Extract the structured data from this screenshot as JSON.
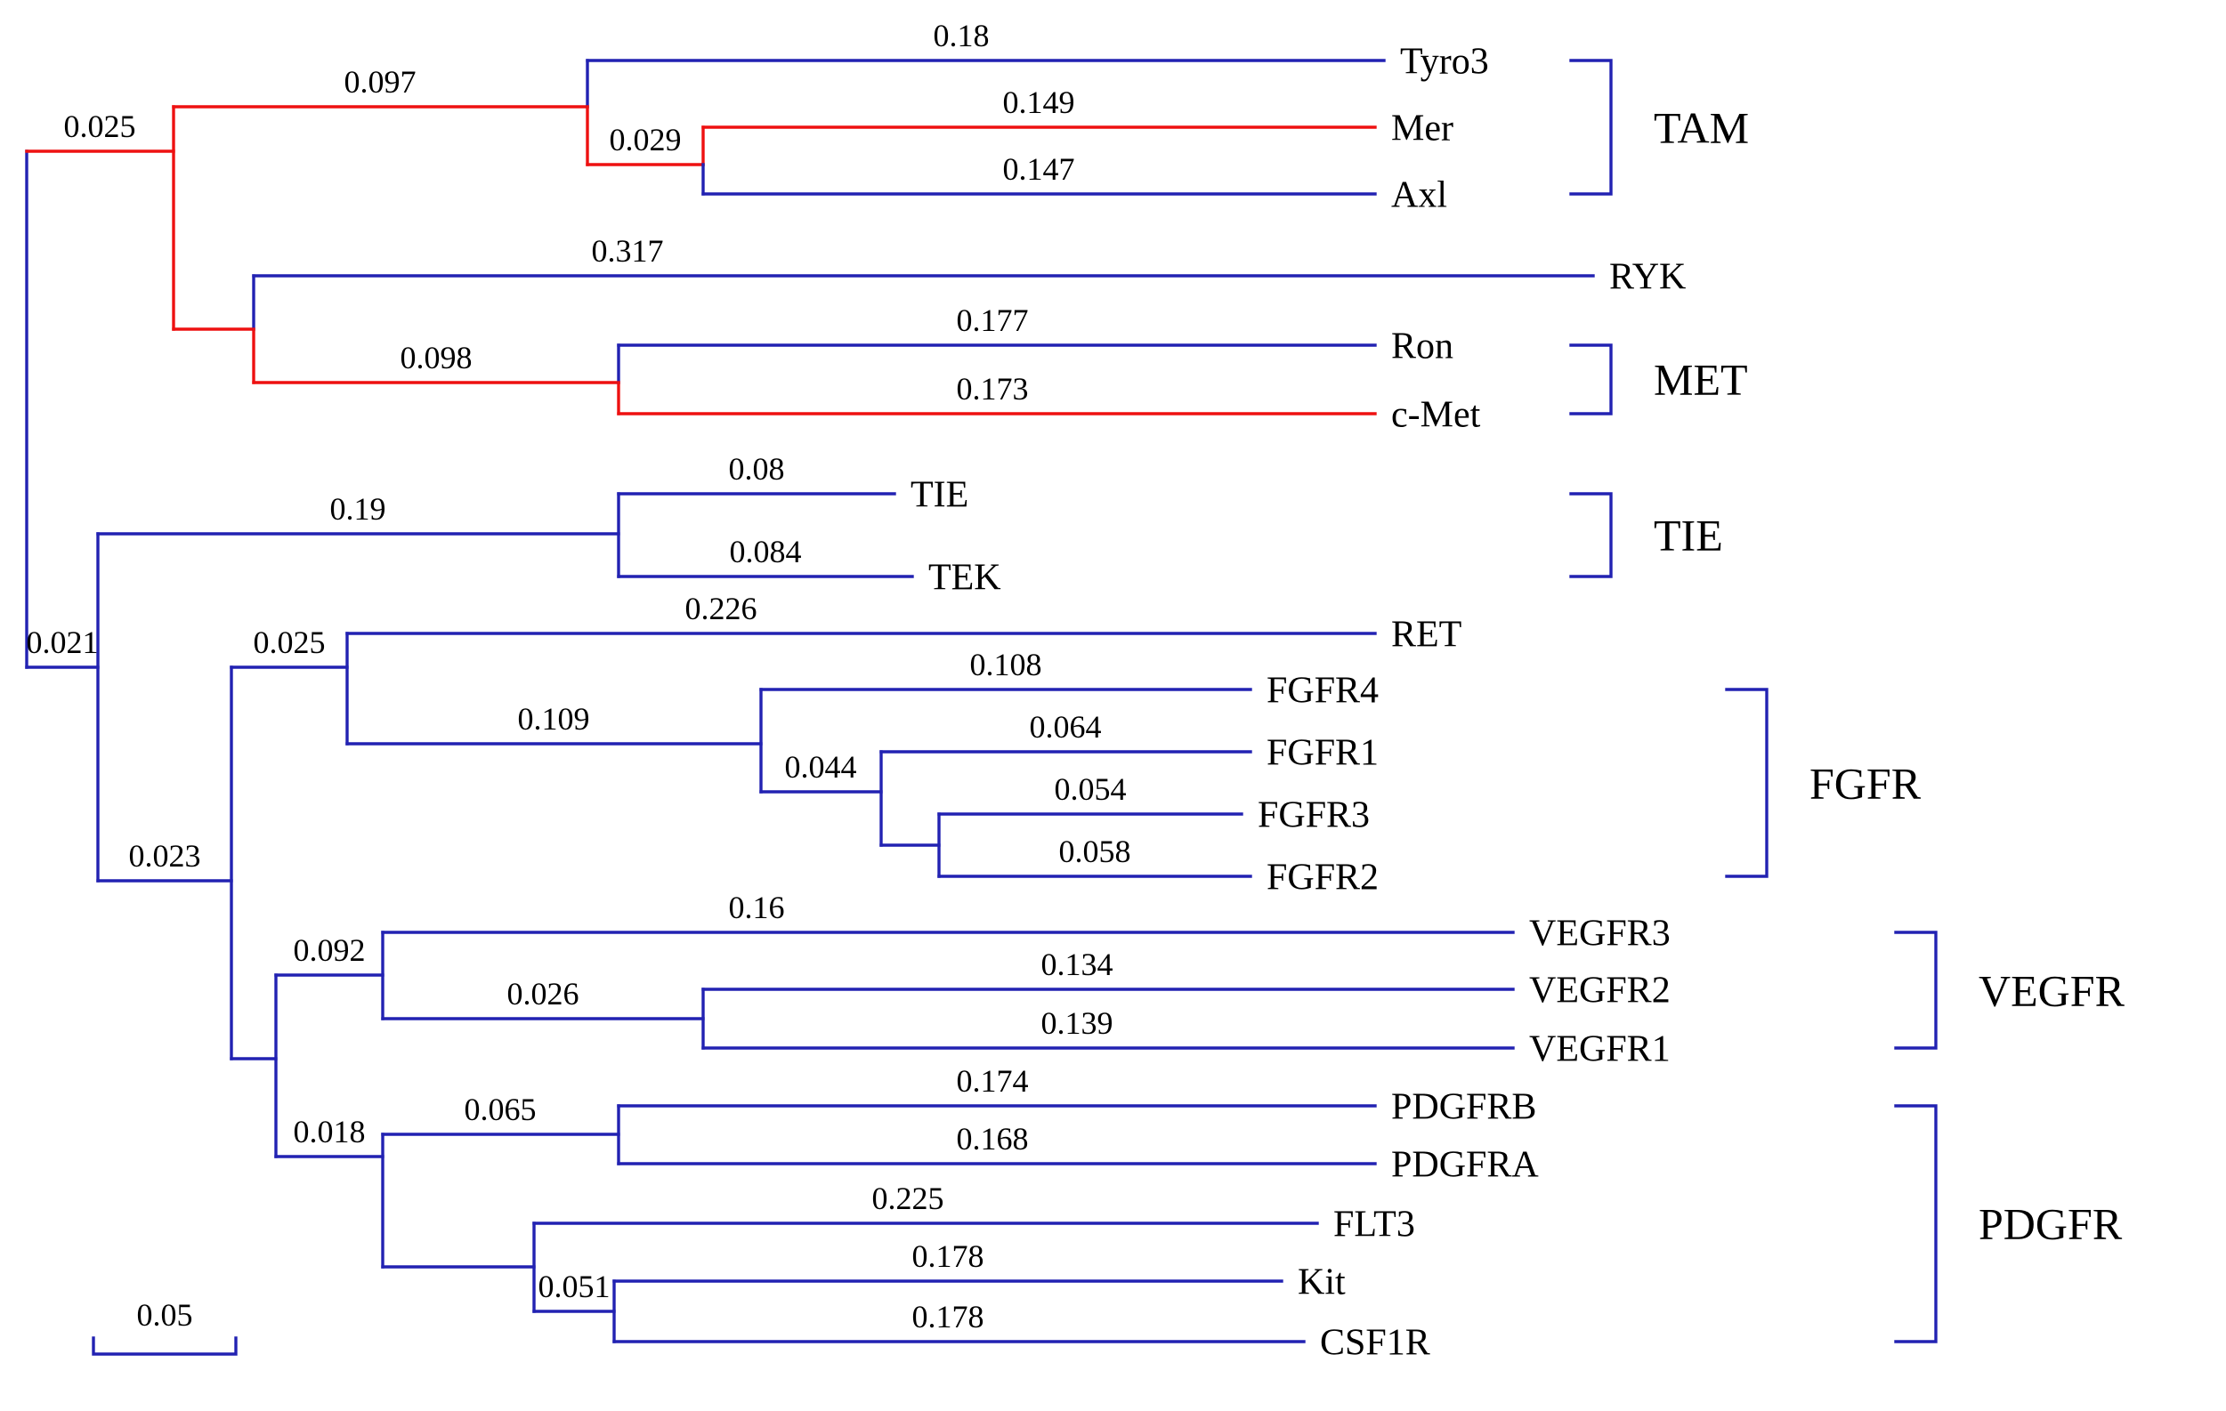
{
  "figure": {
    "description": "Phylogenetic tree of receptor tyrosine kinase families",
    "background": "#ffffff"
  },
  "colors": {
    "branch_blue": "#2222b2",
    "highlight_red": "#ee1111",
    "text": "#000000"
  },
  "scale_bar": {
    "label": "0.05"
  },
  "taxa": [
    {
      "name": "Tyro3",
      "branch_length": "0.18",
      "group": "TAM",
      "highlighted": false
    },
    {
      "name": "Mer",
      "branch_length": "0.149",
      "group": "TAM",
      "highlighted": true
    },
    {
      "name": "Axl",
      "branch_length": "0.147",
      "group": "TAM",
      "highlighted": false
    },
    {
      "name": "RYK",
      "branch_length": "0.317",
      "group": "",
      "highlighted": false
    },
    {
      "name": "Ron",
      "branch_length": "0.177",
      "group": "MET",
      "highlighted": false
    },
    {
      "name": "c-Met",
      "branch_length": "0.173",
      "group": "MET",
      "highlighted": true
    },
    {
      "name": "TIE",
      "branch_length": "0.08",
      "group": "TIE",
      "highlighted": false
    },
    {
      "name": "TEK",
      "branch_length": "0.084",
      "group": "TIE",
      "highlighted": false
    },
    {
      "name": "RET",
      "branch_length": "0.226",
      "group": "",
      "highlighted": false
    },
    {
      "name": "FGFR4",
      "branch_length": "0.108",
      "group": "FGFR",
      "highlighted": false
    },
    {
      "name": "FGFR1",
      "branch_length": "0.064",
      "group": "FGFR",
      "highlighted": false
    },
    {
      "name": "FGFR3",
      "branch_length": "0.054",
      "group": "FGFR",
      "highlighted": false
    },
    {
      "name": "FGFR2",
      "branch_length": "0.058",
      "group": "FGFR",
      "highlighted": false
    },
    {
      "name": "VEGFR3",
      "branch_length": "0.16",
      "group": "VEGFR",
      "highlighted": false
    },
    {
      "name": "VEGFR2",
      "branch_length": "0.134",
      "group": "VEGFR",
      "highlighted": false
    },
    {
      "name": "VEGFR1",
      "branch_length": "0.139",
      "group": "VEGFR",
      "highlighted": false
    },
    {
      "name": "PDGFRB",
      "branch_length": "0.174",
      "group": "PDGFR",
      "highlighted": false
    },
    {
      "name": "PDGFRA",
      "branch_length": "0.168",
      "group": "PDGFR",
      "highlighted": false
    },
    {
      "name": "FLT3",
      "branch_length": "0.225",
      "group": "PDGFR",
      "highlighted": false
    },
    {
      "name": "Kit",
      "branch_length": "0.178",
      "group": "PDGFR",
      "highlighted": false
    },
    {
      "name": "CSF1R",
      "branch_length": "0.178",
      "group": "PDGFR",
      "highlighted": false
    }
  ],
  "internal_branches": [
    {
      "id": "root-upper",
      "length": "0.025"
    },
    {
      "id": "tam-clade",
      "length": "0.097"
    },
    {
      "id": "mer-axl",
      "length": "0.029"
    },
    {
      "id": "ron-cmet",
      "length": "0.098"
    },
    {
      "id": "root-lower",
      "length": "0.021"
    },
    {
      "id": "tie-tek",
      "length": "0.19"
    },
    {
      "id": "lower-split",
      "length": "0.023"
    },
    {
      "id": "ret-fgfr",
      "length": "0.025"
    },
    {
      "id": "fgfr-clade",
      "length": "0.109"
    },
    {
      "id": "fgfr-1-3-2",
      "length": "0.044"
    },
    {
      "id": "vegfr-clade",
      "length": "0.092"
    },
    {
      "id": "vegfr-2-1",
      "length": "0.026"
    },
    {
      "id": "pdgfr-clade",
      "length": "0.018"
    },
    {
      "id": "pdgfrb-a",
      "length": "0.065"
    },
    {
      "id": "kit-csf1r",
      "length": "0.051"
    }
  ],
  "groups": [
    {
      "name": "TAM",
      "members": "Tyro3, Mer, Axl"
    },
    {
      "name": "MET",
      "members": "Ron, c-Met"
    },
    {
      "name": "TIE",
      "members": "TIE, TEK"
    },
    {
      "name": "FGFR",
      "members": "FGFR4, FGFR1, FGFR3, FGFR2"
    },
    {
      "name": "VEGFR",
      "members": "VEGFR3, VEGFR2, VEGFR1"
    },
    {
      "name": "PDGFR",
      "members": "PDGFRB, PDGFRA, FLT3, Kit, CSF1R"
    }
  ],
  "newick": "(((Tyro3:0.18,(Mer:0.149,Axl:0.147):0.029):0.097,(RYK:0.317,(Ron:0.177,c-Met:0.173):0.098)):0.025,((TIE:0.08,TEK:0.084):0.19,((RET:0.226,(FGFR4:0.108,(FGFR1:0.064,(FGFR3:0.054,FGFR2:0.058)):0.044):0.109):0.025,((VEGFR3:0.16,(VEGFR2:0.134,VEGFR1:0.139):0.026):0.092,((PDGFRB:0.174,PDGFRA:0.168):0.065,(FLT3:0.225,(Kit:0.178,CSF1R:0.178):0.051)):0.018)):0.023):0.021);"
}
